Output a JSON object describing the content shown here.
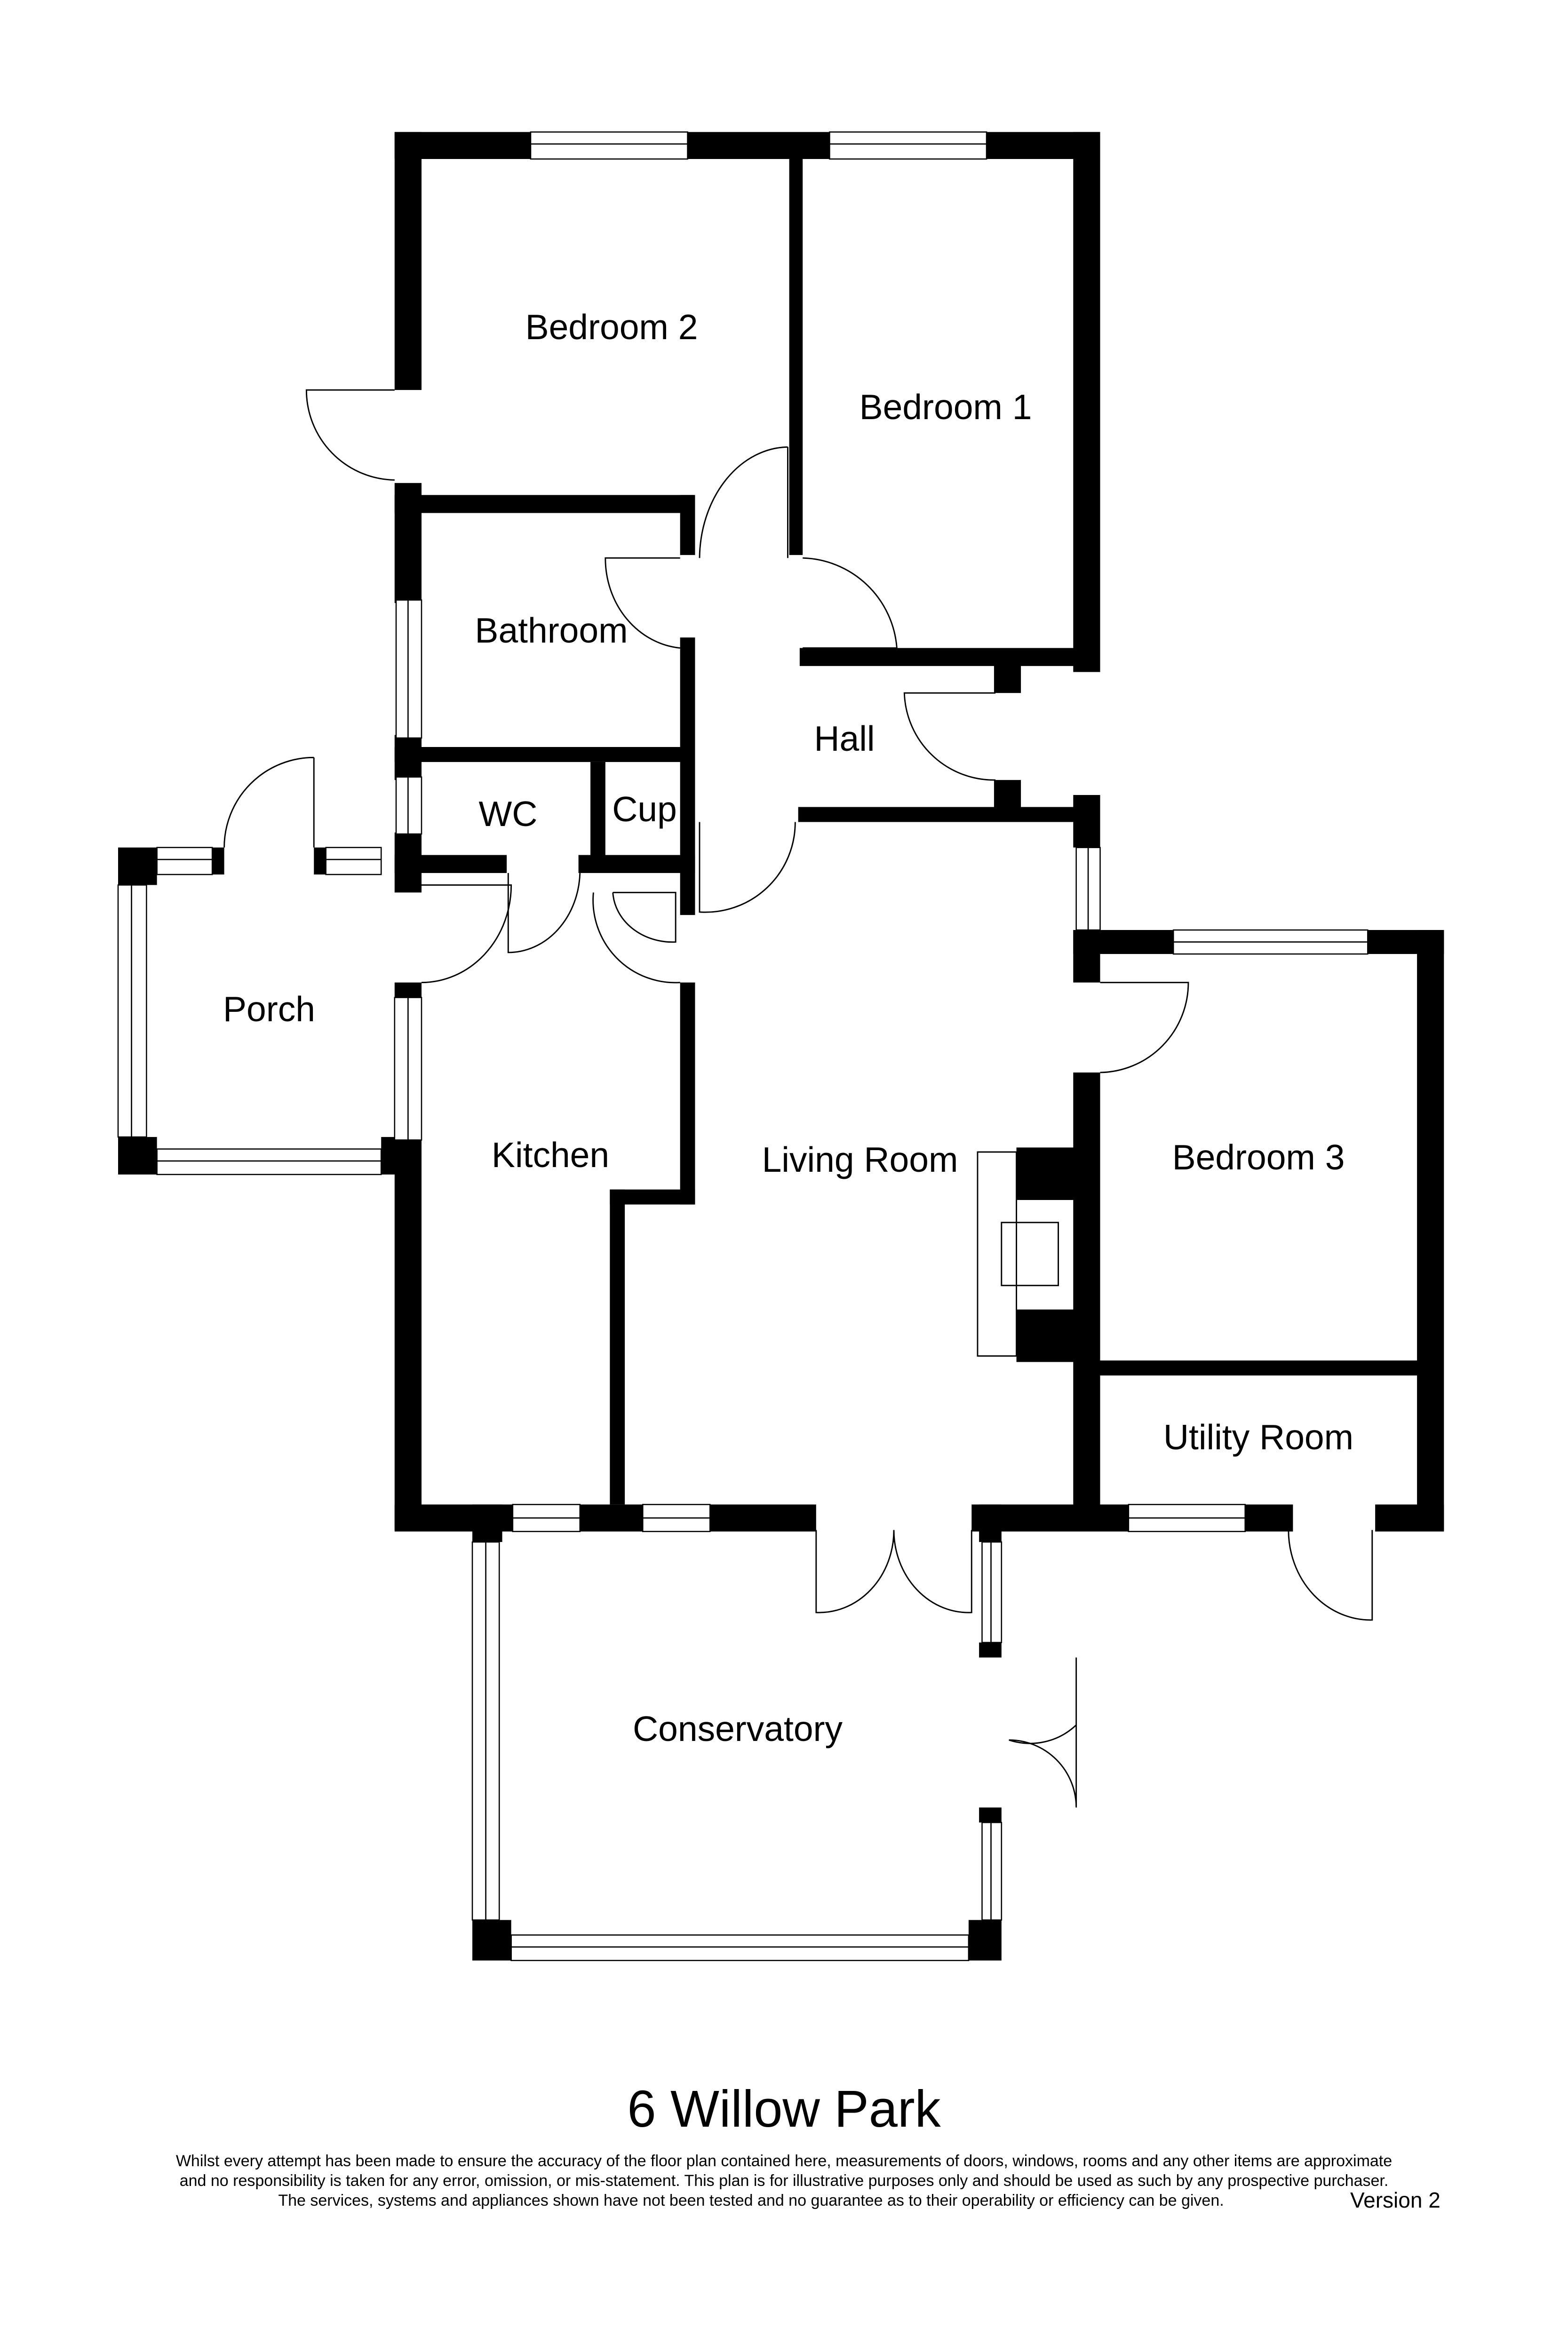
{
  "plan": {
    "title": "6 Willow Park",
    "version": "Version 2",
    "disclaimer": [
      "Whilst every attempt has been made to ensure the accuracy of the floor plan contained here, measurements of doors, windows, rooms and any other items are approximate",
      "and no responsibility is taken for any error, omission, or mis-statement. This plan is for illustrative purposes only and should be used as such by any prospective purchaser.",
      "The services, systems and appliances shown have not been tested and no guarantee as to their operability or efficiency can be given."
    ],
    "rooms": {
      "bedroom2": "Bedroom 2",
      "bedroom1": "Bedroom 1",
      "bathroom": "Bathroom",
      "hall": "Hall",
      "wc": "WC",
      "cup": "Cup",
      "porch": "Porch",
      "kitchen": "Kitchen",
      "living_room": "Living Room",
      "bedroom3": "Bedroom 3",
      "utility_room": "Utility Room",
      "conservatory": "Conservatory"
    },
    "colors": {
      "wall": "#000000",
      "background": "#ffffff"
    }
  }
}
